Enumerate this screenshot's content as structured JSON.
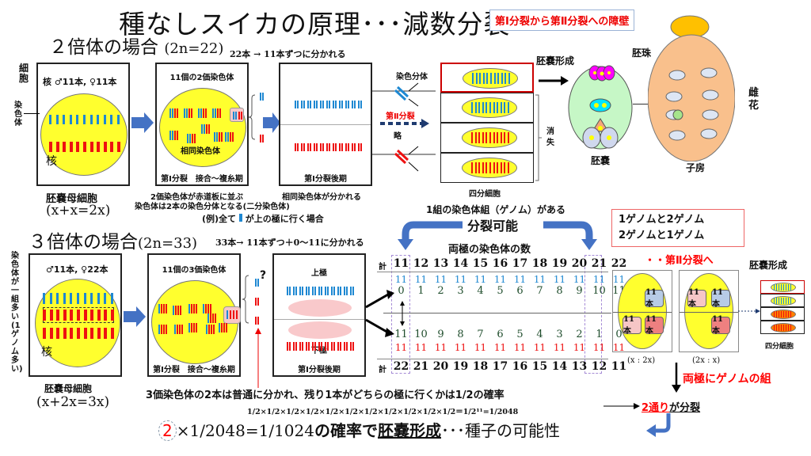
{
  "title": "種なしスイカの原理･･･減数分裂",
  "barrier_label": "第Ⅰ分裂から第Ⅱ分裂への障壁",
  "diploid": {
    "heading": "２倍体の場合",
    "heading_formula": "(2n=22)",
    "split_note": "22本 → 11本ずつに分かれる",
    "cell_label": "細胞",
    "nucleus_counts": "核 ♂11本, ♀11本",
    "chromosome_label": "染色体",
    "nucleus_label": "核",
    "mother_cell_label": "胚嚢母細胞",
    "mother_cell_formula": "(x+x=2x)",
    "stage1_title": "11個の2価染色体",
    "homolog_label": "相同染色体",
    "stage1_caption": "第Ⅰ分裂　接合～複糸期",
    "stage1_note_1": "2価染色体が赤道板に並ぶ",
    "stage1_note_2": "染色体は2本の染色分体となる(二分染色体)",
    "stage2_caption": "第Ⅰ分裂後期",
    "stage2_note": "相同染色体が分かれる",
    "example_note_pre": "(例)全て",
    "example_note_post": "が上の極に行く場合",
    "chromatid_label": "染色分体",
    "meiosis2_label": "第Ⅱ分裂",
    "omitted_label": "略",
    "tetrad_label": "四分細胞",
    "disappear_label": "消失",
    "embryo_sac_formation": "胚嚢形成",
    "embryo_sac_label": "胚嚢",
    "ovule_label": "胚珠",
    "ovary_label": "子房",
    "pistil_label": "雌花"
  },
  "triploid": {
    "heading": "３倍体の場合",
    "heading_formula": "(2n=33)",
    "split_note": "33本→ 11本ずつ＋0～11に分かれる",
    "side_label": "染色体が一組多い(1ゲノム多い)",
    "nucleus_counts": "♂11本, ♀22本",
    "nucleus_label": "核",
    "mother_cell_label": "胚嚢母細胞",
    "mother_cell_formula": "(x+2x=3x)",
    "stage1_title": "11個の3価染色体",
    "stage1_caption": "第Ⅰ分裂　接合～複糸期",
    "upper_pole": "上極",
    "lower_pole": "下極",
    "stage2_caption": "第Ⅰ分裂後期",
    "question_mark": "?",
    "trivalent_note": "3価染色体の2本は普通に分かれ、残り1本がどちらの極に行くかは1/2の確率",
    "probability_formula": "1/2×1/2×1/2×1/2×1/2×1/2×1/2×1/2×1/2×1/2×1/2＝1/2¹¹=1/2048",
    "genome_note": "1組の染色体組（ゲノム）がある",
    "divisible_label": "分裂可能",
    "table_title": "両極の染色体の数",
    "total_label": "計",
    "top_totals": [
      "11",
      "12",
      "13",
      "14",
      "15",
      "16",
      "17",
      "18",
      "19",
      "20",
      "21",
      "22"
    ],
    "top_blue": [
      "11",
      "11",
      "11",
      "11",
      "11",
      "11",
      "11",
      "11",
      "11",
      "11",
      "11",
      "11"
    ],
    "top_extra": [
      "0",
      "1",
      "2",
      "3",
      "4",
      "5",
      "6",
      "7",
      "8",
      "9",
      "10",
      "11"
    ],
    "bottom_extra": [
      "11",
      "10",
      "9",
      "8",
      "7",
      "6",
      "5",
      "4",
      "3",
      "2",
      "1",
      "0"
    ],
    "bottom_red": [
      "11",
      "11",
      "11",
      "11",
      "11",
      "11",
      "11",
      "11",
      "11",
      "11",
      "11",
      "11"
    ],
    "bottom_totals": [
      "22",
      "21",
      "20",
      "19",
      "18",
      "17",
      "16",
      "15",
      "14",
      "13",
      "12",
      "11"
    ],
    "genome_combo_1": "1ゲノムと2ゲノム",
    "genome_combo_2": "2ゲノムと1ゲノム",
    "to_meiosis2": "・・第Ⅱ分裂へ",
    "genome_box": "11本",
    "ratio_1": "(x : 2x)",
    "ratio_2": "(2x : x)",
    "embryo_sac_formation": "胚嚢形成",
    "tetrad_label": "四分細胞",
    "both_poles_note": "両極にゲノムの組",
    "two_ways_pre": "2通り",
    "two_ways_post": "が分裂"
  },
  "conclusion": {
    "circled": "2",
    "formula": "×1/2048=1/1024",
    "mid": "の確率で",
    "underlined": "胚嚢形成",
    "tail": "･･･種子の可能性"
  },
  "colors": {
    "blue": "#1e88d2",
    "red": "#ee1111",
    "yellow": "#ffff2e",
    "accent_red": "#ff0000",
    "arrow_blue": "#4472c4"
  }
}
